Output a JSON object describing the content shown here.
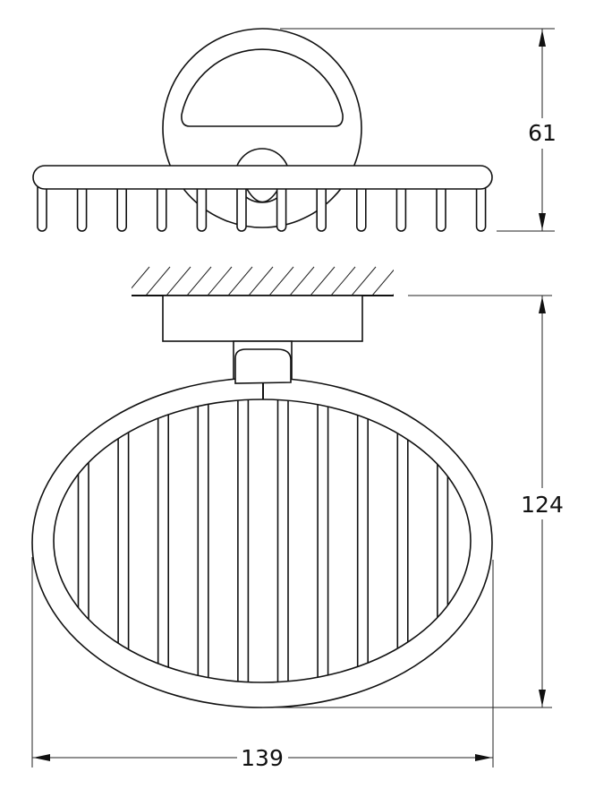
{
  "drawing": {
    "top_view": {
      "tine_count": 12
    },
    "front_view": {
      "wire_count": 10
    },
    "dimensions": {
      "height_top": "61",
      "depth_front": "124",
      "width": "139"
    },
    "colors": {
      "line": "#111111",
      "background": "#ffffff"
    }
  }
}
